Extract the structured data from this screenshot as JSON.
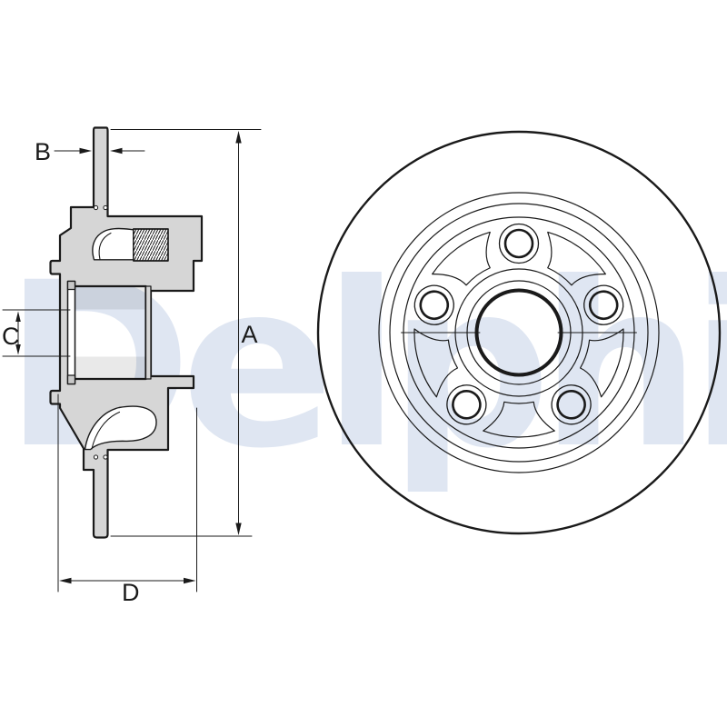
{
  "watermark": {
    "text": "Delphi",
    "color": "#dfe6f2"
  },
  "dimensions": {
    "a": {
      "label": "A"
    },
    "b": {
      "label": "B"
    },
    "c": {
      "label": "C"
    },
    "d": {
      "label": "D"
    }
  },
  "colors": {
    "line": "#1a1a1a",
    "part_fill_gray": "#d6d6d6",
    "bore_shading": "rgba(0,0,0,0.085)",
    "background": "#ffffff",
    "watermark_blue": "#dfe6f2"
  }
}
